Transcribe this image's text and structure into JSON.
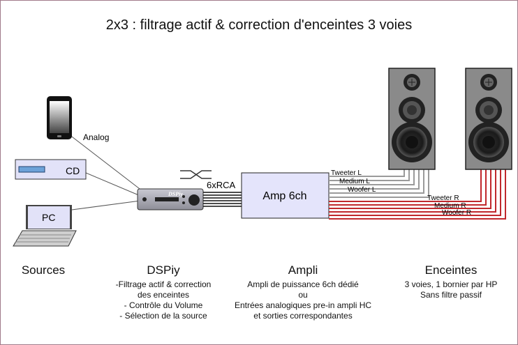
{
  "title": "2x3 : filtrage actif & correction d'enceintes 3 voies",
  "devices": {
    "cd": "CD",
    "pc": "PC",
    "dsp_logo": "DSPiy",
    "amp": "Amp 6ch"
  },
  "links": {
    "analog": "Analog",
    "rca": "6xRCA",
    "left": [
      "Tweeter L",
      "Medium L",
      "Woofer L"
    ],
    "right": [
      "Tweeter R",
      "Medium R",
      "Woofer R"
    ]
  },
  "columns": [
    {
      "title": "Sources",
      "lines": []
    },
    {
      "title": "DSPiy",
      "lines": [
        "-Filtrage actif & correction",
        "des enceintes",
        "- Contrôle du Volume",
        "- Sélection de la source"
      ]
    },
    {
      "title": "Ampli",
      "lines": [
        "Ampli de puissance 6ch dédié",
        "ou",
        "Entrées analogiques pre-in ampli HC",
        "et sorties correspondantes"
      ]
    },
    {
      "title": "Enceintes",
      "lines": [
        "3 voies, 1 bornier par HP",
        "Sans filtre passif"
      ]
    }
  ],
  "colors": {
    "amp_fill": "#e4e4fb",
    "left_wires": "#9a9a9a",
    "right_wires": "#c0282c"
  }
}
